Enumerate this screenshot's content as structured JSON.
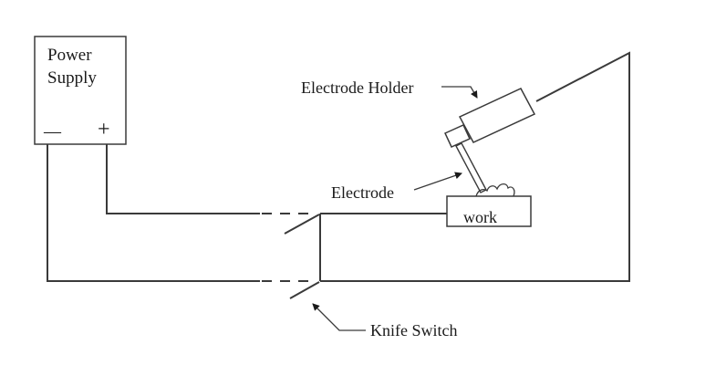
{
  "power_supply": {
    "line1": "Power",
    "line2": "Supply",
    "negative": "—",
    "positive": "+"
  },
  "labels": {
    "electrode_holder": "Electrode Holder",
    "electrode": "Electrode",
    "work": "work",
    "knife_switch": "Knife Switch"
  }
}
